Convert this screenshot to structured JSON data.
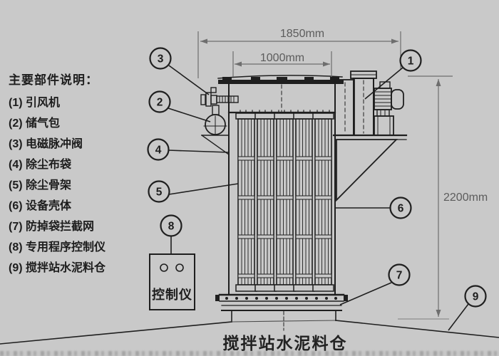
{
  "legend": {
    "title": "主要部件说明：",
    "items": [
      "(1) 引风机",
      "(2) 储气包",
      "(3) 电磁脉冲阀",
      "(4) 除尘布袋",
      "(5) 除尘骨架",
      "(6) 设备壳体",
      "(7) 防掉袋拦截网",
      "(8) 专用程序控制仪",
      "(9) 搅拌站水泥料仓"
    ]
  },
  "dimensions": {
    "outer_width": "1850mm",
    "inner_width": "1000mm",
    "height": "2200mm"
  },
  "balloons": [
    "1",
    "2",
    "3",
    "4",
    "5",
    "6",
    "7",
    "8",
    "9"
  ],
  "labels": {
    "control_box": "控制仪",
    "silo": "搅拌站水泥料仓"
  },
  "colors": {
    "background": "#c9c9c9",
    "drawing_line": "#1f1f1f",
    "dimension_gray": "#6e6e6e"
  }
}
